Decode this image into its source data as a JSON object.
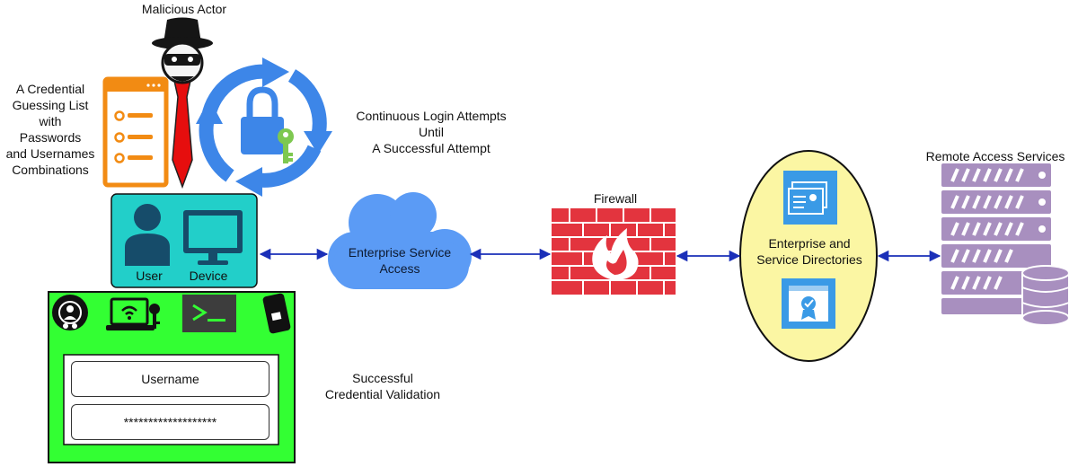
{
  "labels": {
    "malicious_actor": "Malicious Actor",
    "credential_list": [
      "A Credential",
      "Guessing List",
      "with",
      "Passwords",
      "and Usernames",
      "Combinations"
    ],
    "login_attempts": [
      "Continuous Login Attempts",
      "Until",
      "A Successful Attempt"
    ],
    "user": "User",
    "device": "Device",
    "cloud": [
      "Enterprise Service",
      "Access"
    ],
    "firewall": "Firewall",
    "directories": [
      "Enterprise and",
      "Service Directories"
    ],
    "remote": "Remote Access Services",
    "validation": [
      "Successful",
      "Credential Validation"
    ]
  },
  "login_form": {
    "username": "Username",
    "password": "*******************"
  },
  "colors": {
    "green_panel": "#33ff33",
    "teal_box": "#22cfc9",
    "cloud": "#5b9bf5",
    "firewall_brick": "#e3343e",
    "directory_ellipse": "#fbf6a3",
    "server": "#a88fbf",
    "arrow": "#1a2fb8",
    "cycle_arrows": "#3d86e8",
    "orange_list": "#f28b13"
  }
}
